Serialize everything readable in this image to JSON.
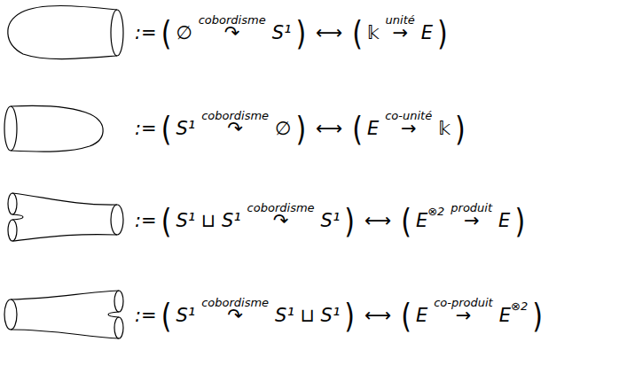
{
  "diagram": {
    "labels": [
      ":=",
      "(",
      "∅",
      "cobordisme",
      "↷",
      "S¹",
      ")",
      "⟷",
      "(",
      "𝕜",
      "unité",
      "→",
      "E",
      ")",
      ":=",
      "(",
      "S¹",
      "cobordisme",
      "↷",
      "∅",
      ")",
      "⟷",
      "(",
      "E",
      "co-unité",
      "→",
      "𝕜",
      ")",
      ":=",
      "(",
      "S¹ ⊔ S¹",
      "cobordisme",
      "↷",
      "S¹",
      ")",
      "⟷",
      "(",
      "E",
      "⊗2",
      "produit",
      "→",
      "E",
      ")",
      ":=",
      "(",
      "S¹",
      "cobordisme",
      "↷",
      "S¹ ⊔ S¹",
      ")",
      "⟷",
      "(",
      "E",
      "co-produit",
      "→",
      "E",
      "⊗2",
      ")"
    ]
  }
}
